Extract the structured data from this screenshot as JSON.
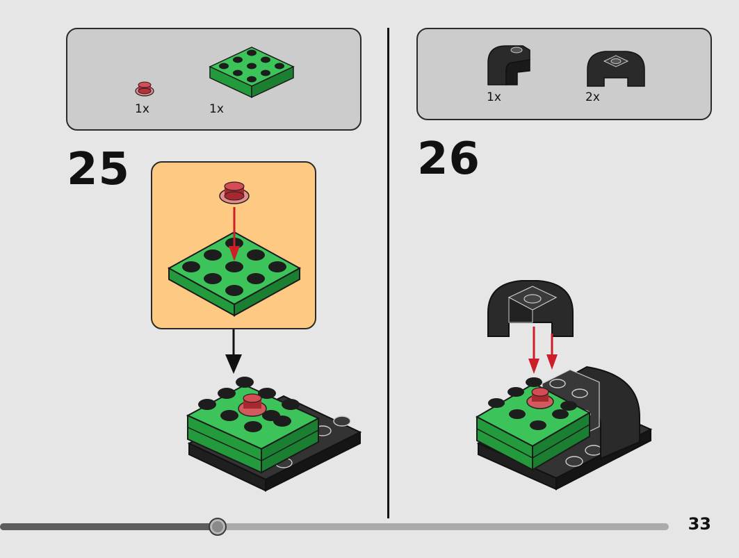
{
  "page": {
    "number": "33",
    "progress": 0.32
  },
  "steps": [
    {
      "number": "25",
      "parts": [
        {
          "name": "round-plate-1x1-trans-red",
          "qty": "1x",
          "color": "#c8464a"
        },
        {
          "name": "plate-3x3-green",
          "qty": "1x",
          "color": "#2eb24a"
        }
      ],
      "callout_color": "#fec983"
    },
    {
      "number": "26",
      "parts": [
        {
          "name": "curved-slope-brick-black",
          "qty": "1x",
          "color": "#1e1e1e"
        },
        {
          "name": "curved-brick-black-wide",
          "qty": "2x",
          "color": "#1e1e1e"
        }
      ]
    }
  ],
  "colors": {
    "green": "#2eb24a",
    "black": "#222222",
    "red_arrow": "#cc1e28",
    "background": "#e6e6e6"
  }
}
